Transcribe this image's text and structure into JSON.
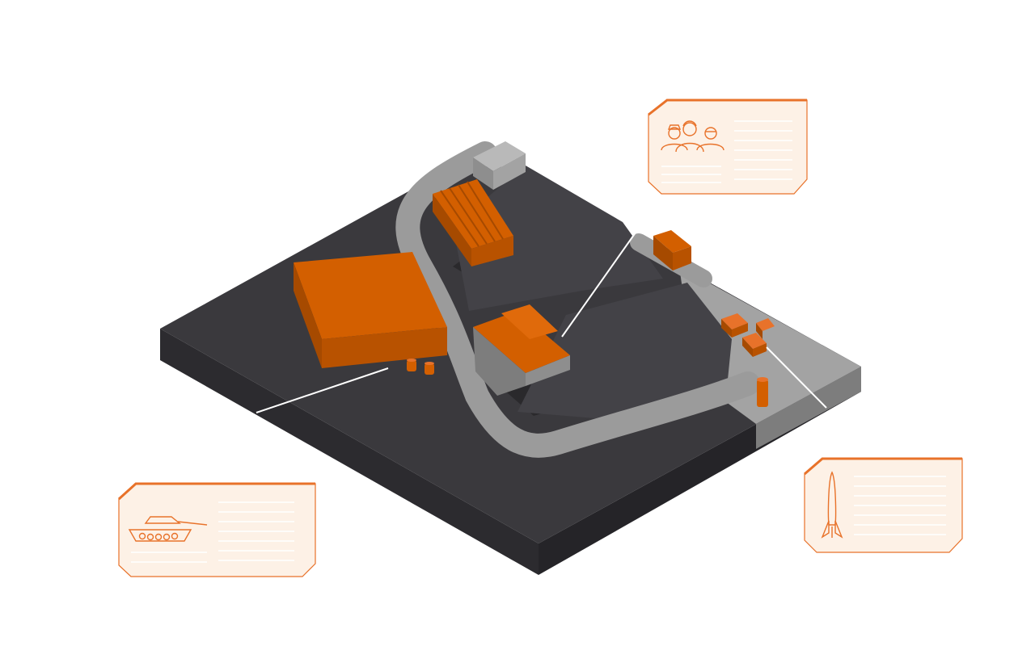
{
  "scene": {
    "theme": "isometric military base map with callout cards",
    "ground_color": "#3a393d",
    "ground_side_color": "#2c2b2f",
    "road_color": "#9b9b9b",
    "shadow_color": "#2a292c",
    "building_color": "#d35f00",
    "accent_color": "#e8722a",
    "card_fill": "#fdf1e6"
  },
  "callouts": [
    {
      "id": "personnel",
      "icon": "soldiers-icon",
      "target": "headquarters-building"
    },
    {
      "id": "armor",
      "icon": "tank-icon",
      "target": "large-warehouse"
    },
    {
      "id": "missiles",
      "icon": "rocket-icon",
      "target": "supply-crates"
    }
  ]
}
